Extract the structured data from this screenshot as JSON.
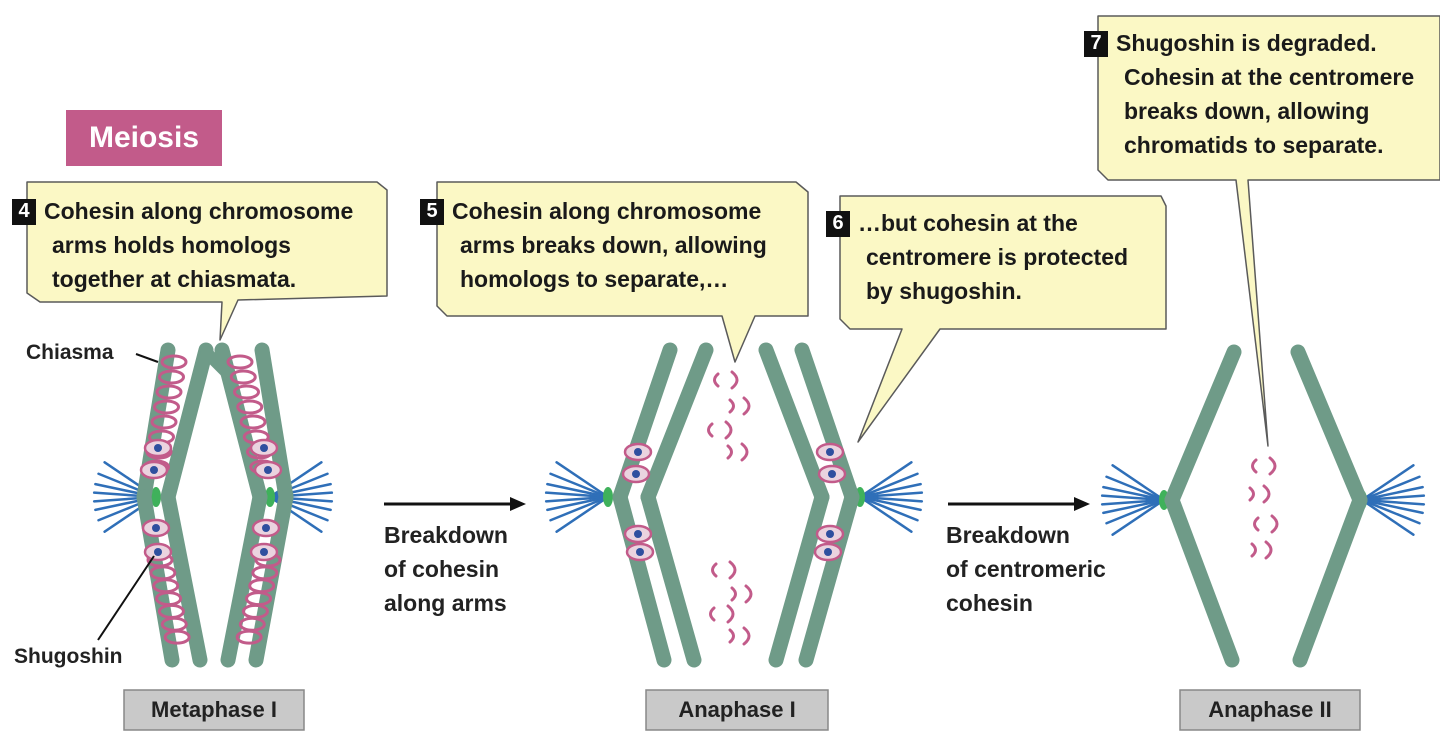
{
  "header": {
    "title": "Meiosis"
  },
  "steps": [
    {
      "num": "4",
      "lines": [
        "Cohesin along chromosome",
        "arms holds homologs",
        "together at chiasmata."
      ]
    },
    {
      "num": "5",
      "lines": [
        "Cohesin along chromosome",
        "arms breaks down, allowing",
        "homologs to separate,…"
      ]
    },
    {
      "num": "6",
      "lines": [
        "…but cohesin at the",
        "centromere is protected",
        "by shugoshin."
      ]
    },
    {
      "num": "7",
      "lines": [
        "Shugoshin is degraded.",
        "Cohesin at the centromere",
        "breaks down, allowing",
        "chromatids to separate."
      ]
    }
  ],
  "labels": {
    "chiasma": "Chiasma",
    "shugoshin": "Shugoshin"
  },
  "transitions": [
    {
      "lines": [
        "Breakdown",
        "of cohesin",
        "along arms"
      ]
    },
    {
      "lines": [
        "Breakdown",
        "of centromeric",
        "cohesin"
      ]
    }
  ],
  "stages": [
    "Metaphase I",
    "Anaphase I",
    "Anaphase II"
  ],
  "colors": {
    "chromosome": "#6f9b88",
    "cohesin": "#c25b8a",
    "callout_fill": "#fbf8c5",
    "title_fill": "#c25b8a",
    "spindle": "#2f6fb8",
    "kinetochore": "#3fb15b",
    "stage_box": "#c9c9c9"
  }
}
